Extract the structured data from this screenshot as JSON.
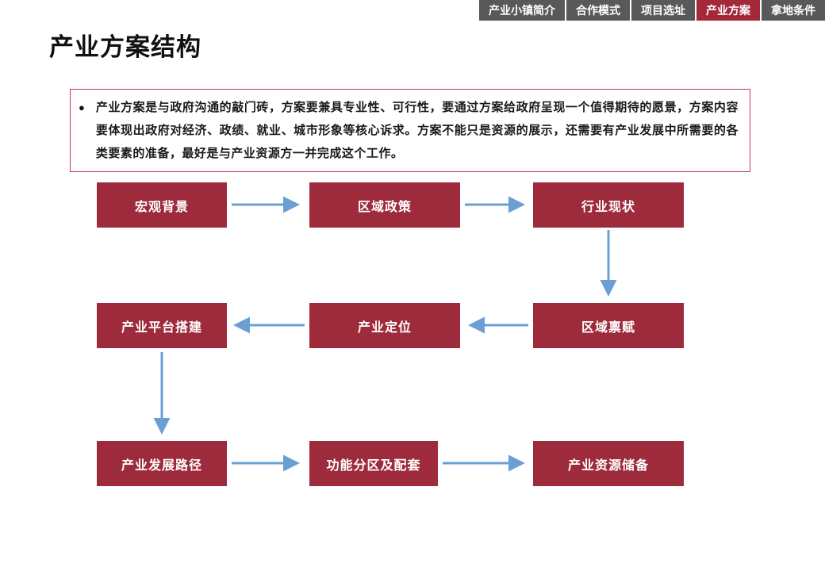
{
  "nav": {
    "bg_color": "#595959",
    "active_color": "#A3293A",
    "items": [
      {
        "label": "产业小镇简介",
        "active": false
      },
      {
        "label": "合作模式",
        "active": false
      },
      {
        "label": "项目选址",
        "active": false
      },
      {
        "label": "产业方案",
        "active": true
      },
      {
        "label": "拿地条件",
        "active": false
      }
    ]
  },
  "page": {
    "title": "产业方案结构"
  },
  "callout": {
    "bullet": "●",
    "text": "产业方案是与政府沟通的敲门砖，方案要兼具专业性、可行性，要通过方案给政府呈现一个值得期待的愿景，方案内容要体现出政府对经济、政绩、就业、城市形象等核心诉求。方案不能只是资源的展示，还需要有产业发展中所需要的各类要素的准备，最好是与产业资源方一并完成这个工作。"
  },
  "flowchart": {
    "box_color": "#9E2B3B",
    "arrow_color": "#6B9FD4",
    "nodes": [
      {
        "id": "macro",
        "label": "宏观背景"
      },
      {
        "id": "policy",
        "label": "区域政策"
      },
      {
        "id": "industry",
        "label": "行业现状"
      },
      {
        "id": "platform",
        "label": "产业平台搭建"
      },
      {
        "id": "position",
        "label": "产业定位"
      },
      {
        "id": "endowment",
        "label": "区域禀赋"
      },
      {
        "id": "path",
        "label": "产业发展路径"
      },
      {
        "id": "function",
        "label": "功能分区及配套"
      },
      {
        "id": "resource",
        "label": "产业资源储备"
      }
    ],
    "edges": [
      "宏观背景→区域政策",
      "区域政策→行业现状",
      "行业现状→区域禀赋",
      "区域禀赋→产业定位",
      "产业定位→产业平台搭建",
      "产业平台搭建→产业发展路径",
      "产业发展路径→功能分区及配套",
      "功能分区及配套→产业资源储备"
    ]
  }
}
